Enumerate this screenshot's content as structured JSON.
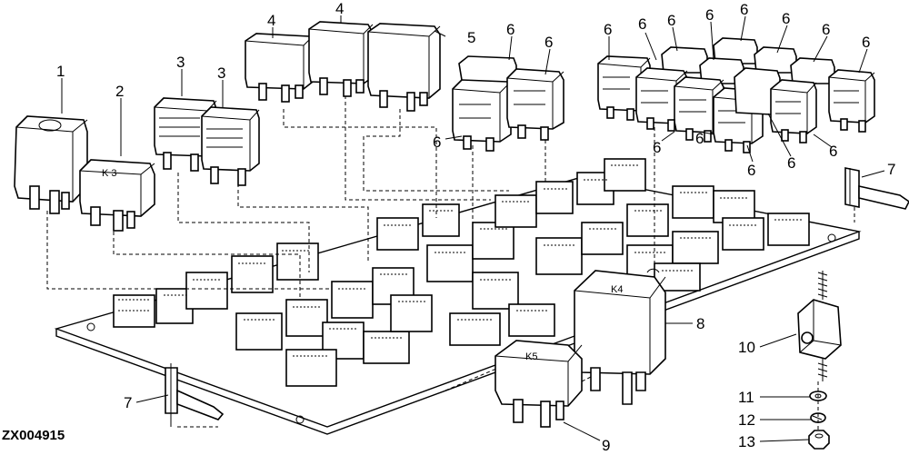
{
  "drawing_code": "ZX004915",
  "callouts": {
    "c1": "1",
    "c2": "2",
    "c3a": "3",
    "c3b": "3",
    "c4a": "4",
    "c4b": "4",
    "c5": "5",
    "c6a": "6",
    "c6b": "6",
    "c6c": "6",
    "c6d": "6",
    "c6e": "6",
    "c6f": "6",
    "c6g": "6",
    "c6h": "6",
    "c6i": "6",
    "c6j": "6",
    "c6k": "6",
    "c6l": "6",
    "c6m": "6",
    "c6n": "6",
    "c7a": "7",
    "c7b": "7",
    "c8": "8",
    "c9": "9",
    "c10": "10",
    "c11": "11",
    "c12": "12",
    "c13": "13"
  },
  "relay_marks": {
    "k4": "K4",
    "k5": "K5"
  }
}
